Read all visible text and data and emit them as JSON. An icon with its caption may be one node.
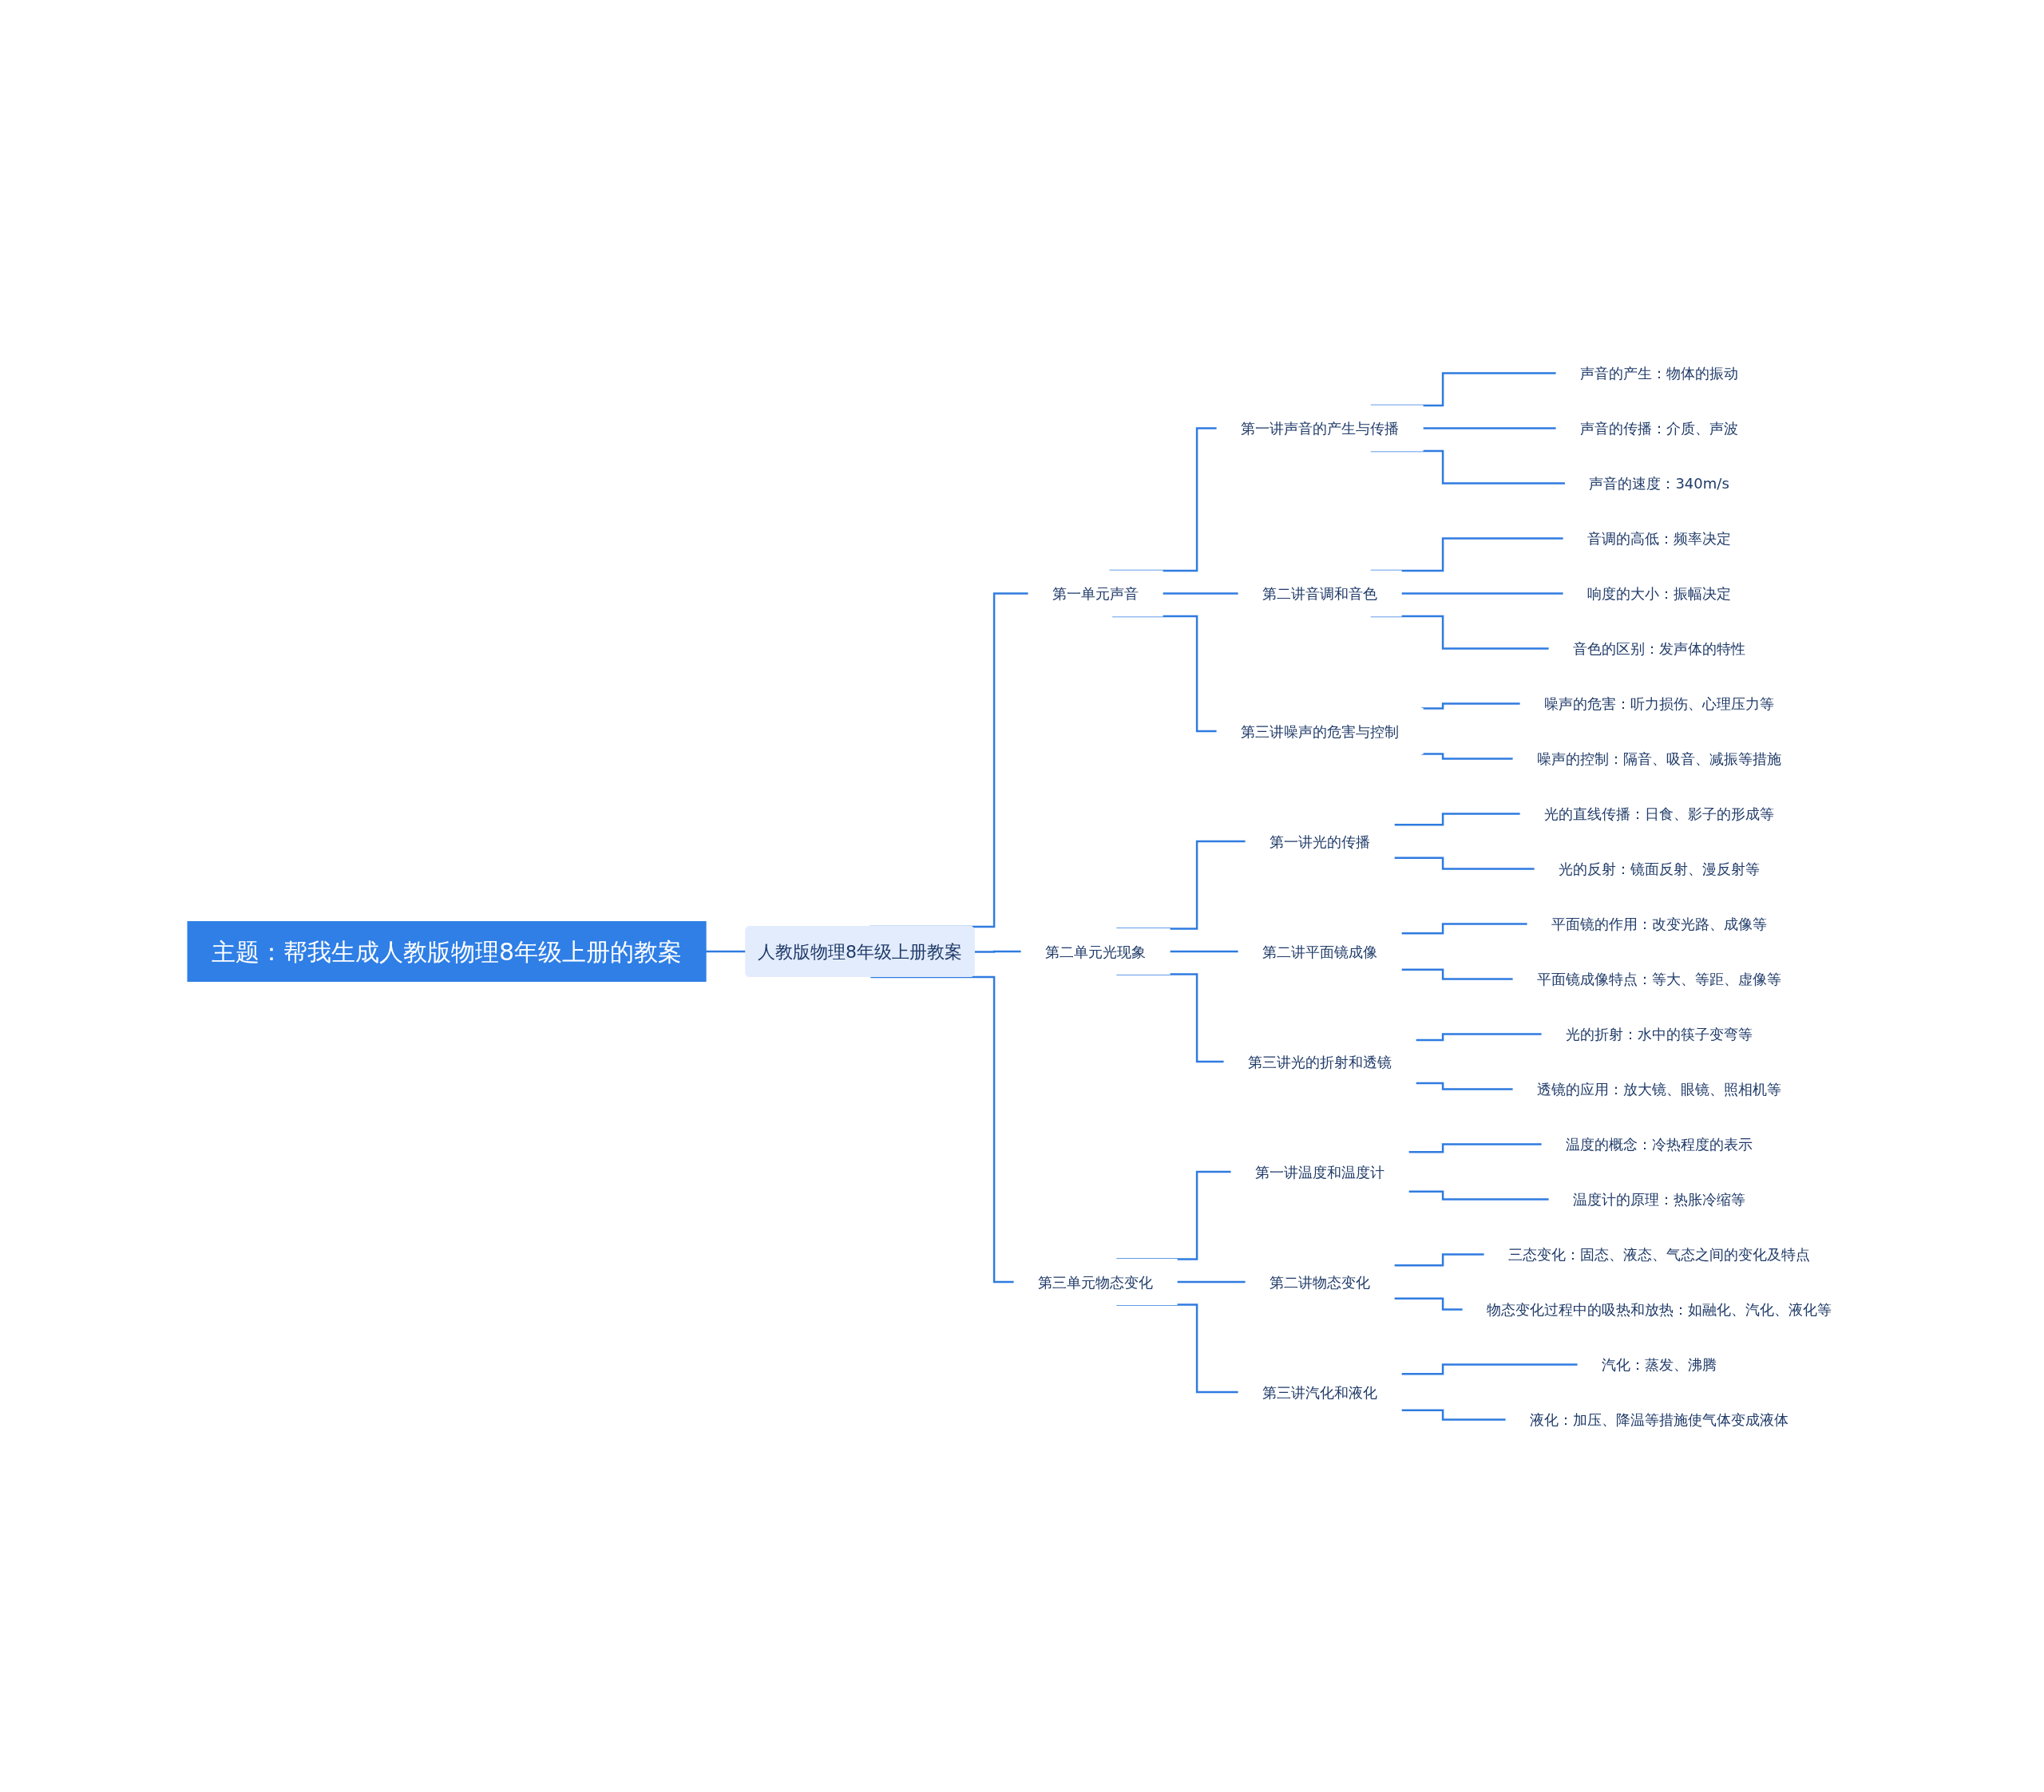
{
  "diagram": {
    "nodes": [
      {
        "text": [
          "主题：帮我生成人教版物理8年级上册的教案"
        ]
      },
      {
        "text": [
          "人教版物理8年级上册教案"
        ]
      },
      {
        "text": [
          "第一单元声音"
        ]
      },
      {
        "text": [
          "第一讲声音的产生与传播"
        ]
      },
      {
        "text": [
          "声音的产生：物体的振动"
        ]
      },
      {
        "text": [
          "声音的传播：介质、声波"
        ]
      },
      {
        "text": [
          "声音的速度：340m/s"
        ]
      },
      {
        "text": [
          "第二讲音调和音色"
        ]
      },
      {
        "text": [
          "音调的高低：频率决定"
        ]
      },
      {
        "text": [
          "响度的大小：振幅决定"
        ]
      },
      {
        "text": [
          "音色的区别：发声体的特性"
        ]
      },
      {
        "text": [
          "第三讲噪声的危害与控制"
        ]
      },
      {
        "text": [
          "噪声的危害：听力损伤、心理压力等"
        ]
      },
      {
        "text": [
          "噪声的控制：隔音、吸音、减振等措施"
        ]
      },
      {
        "text": [
          "第二单元光现象"
        ]
      },
      {
        "text": [
          "第一讲光的传播"
        ]
      },
      {
        "text": [
          "光的直线传播：日食、影子的形成等"
        ]
      },
      {
        "text": [
          "光的反射：镜面反射、漫反射等"
        ]
      },
      {
        "text": [
          "第二讲平面镜成像"
        ]
      },
      {
        "text": [
          "平面镜的作用：改变光路、成像等"
        ]
      },
      {
        "text": [
          "平面镜成像特点：等大、等距、虚像等"
        ]
      },
      {
        "text": [
          "第三讲光的折射和透镜"
        ]
      },
      {
        "text": [
          "光的折射：水中的筷子变弯等"
        ]
      },
      {
        "text": [
          "透镜的应用：放大镜、眼镜、照相机等"
        ]
      },
      {
        "text": [
          "第三单元物态变化"
        ]
      },
      {
        "text": [
          "第一讲温度和温度计"
        ]
      },
      {
        "text": [
          "温度的概念：冷热程度的表示"
        ]
      },
      {
        "text": [
          "温度计的原理：热胀冷缩等"
        ]
      },
      {
        "text": [
          "第二讲物态变化"
        ]
      },
      {
        "text": [
          "三态变化：固态、液态、气态之间的变化及特点"
        ]
      },
      {
        "text": [
          "物态变化过程中的吸热和放热：如融化、汽化、液化等"
        ]
      },
      {
        "text": [
          "第三讲汽化和液化"
        ]
      },
      {
        "text": [
          "汽化：蒸发、沸腾"
        ]
      },
      {
        "text": [
          "液化：加压、降温等措施使气体变成液体"
        ]
      }
    ],
    "edges": [
      {
        "from": 0,
        "to": 1,
        "arrow": "none"
      },
      {
        "from": 1,
        "to": 2,
        "arrow": "none"
      },
      {
        "from": 2,
        "to": 3,
        "arrow": "none"
      },
      {
        "from": 3,
        "to": 4,
        "arrow": "none"
      },
      {
        "from": 3,
        "to": 5,
        "arrow": "none"
      },
      {
        "from": 3,
        "to": 6,
        "arrow": "none"
      },
      {
        "from": 2,
        "to": 7,
        "arrow": "none"
      },
      {
        "from": 7,
        "to": 8,
        "arrow": "none"
      },
      {
        "from": 7,
        "to": 9,
        "arrow": "none"
      },
      {
        "from": 7,
        "to": 10,
        "arrow": "none"
      },
      {
        "from": 2,
        "to": 11,
        "arrow": "none"
      },
      {
        "from": 11,
        "to": 12,
        "arrow": "none"
      },
      {
        "from": 11,
        "to": 13,
        "arrow": "none"
      },
      {
        "from": 1,
        "to": 14,
        "arrow": "none"
      },
      {
        "from": 14,
        "to": 15,
        "arrow": "none"
      },
      {
        "from": 15,
        "to": 16,
        "arrow": "none"
      },
      {
        "from": 15,
        "to": 17,
        "arrow": "none"
      },
      {
        "from": 14,
        "to": 18,
        "arrow": "none"
      },
      {
        "from": 18,
        "to": 19,
        "arrow": "none"
      },
      {
        "from": 18,
        "to": 20,
        "arrow": "none"
      },
      {
        "from": 14,
        "to": 21,
        "arrow": "none"
      },
      {
        "from": 21,
        "to": 22,
        "arrow": "none"
      },
      {
        "from": 21,
        "to": 23,
        "arrow": "none"
      },
      {
        "from": 1,
        "to": 24,
        "arrow": "none"
      },
      {
        "from": 24,
        "to": 25,
        "arrow": "none"
      },
      {
        "from": 25,
        "to": 26,
        "arrow": "none"
      },
      {
        "from": 25,
        "to": 27,
        "arrow": "none"
      },
      {
        "from": 24,
        "to": 28,
        "arrow": "none"
      },
      {
        "from": 28,
        "to": 29,
        "arrow": "none"
      },
      {
        "from": 28,
        "to": 30,
        "arrow": "none"
      },
      {
        "from": 24,
        "to": 31,
        "arrow": "none"
      },
      {
        "from": 31,
        "to": 32,
        "arrow": "none"
      },
      {
        "from": 31,
        "to": 33,
        "arrow": "none"
      }
    ]
  }
}
